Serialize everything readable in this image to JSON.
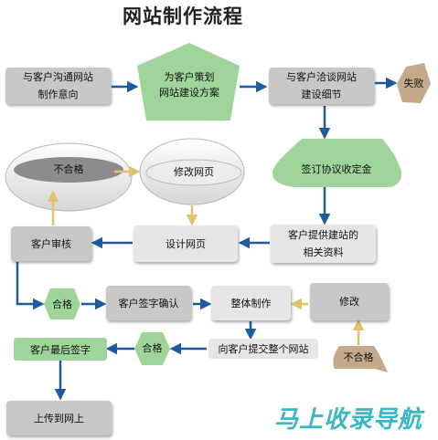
{
  "title": "网站制作流程",
  "nodes": {
    "communicate": "与客户沟通网站\n制作意向",
    "plan": "为客户策划\n网站建设方案",
    "negotiate": "与客户洽谈网站\n建设细节",
    "fail": "失败",
    "sign_agreement": "签订协议收定金",
    "reject_1": "不合格",
    "revise_page": "修改网页",
    "provide_info": "客户提供建站的\n相关资料",
    "design_page": "设计网页",
    "customer_review": "客户审核",
    "pass_1": "合格",
    "confirm_sign": "客户签字确认",
    "overall_build": "整体制作",
    "modify": "修改",
    "reject_2": "不合格",
    "submit_site": "向客户提交整个网站",
    "pass_2": "合格",
    "final_sign": "客户最后签字",
    "upload": "上传到网上"
  },
  "watermark": "马上收录导航",
  "colors": {
    "arrow_blue": "#1f5b9c",
    "arrow_yellow": "#e2c36b",
    "box_gray": "#c8c8c8",
    "shape_green": "#9fd59b",
    "shape_tan": "#c4a98a"
  }
}
